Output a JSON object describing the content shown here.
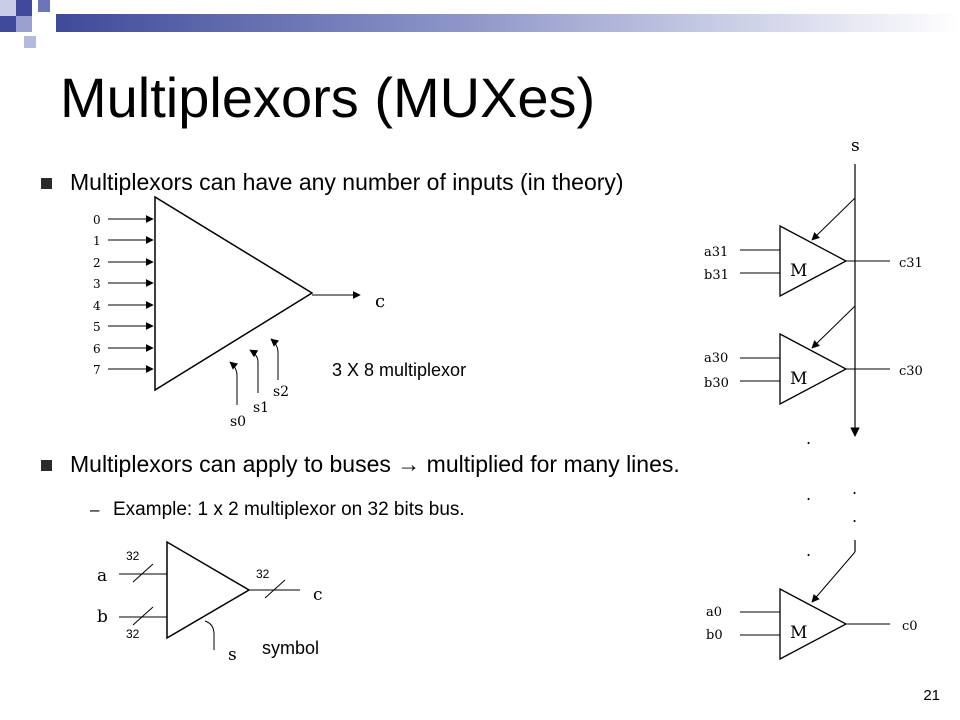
{
  "slide": {
    "title": "Multiplexors (MUXes)",
    "bullet_color": "#2B2B2B",
    "header_accent": "#3F4A9A",
    "bullets": [
      "Multiplexors can have any number of inputs (in theory)",
      "Multiplexors can apply to buses → multiplied for many lines."
    ],
    "subbullet": {
      "dash": "–",
      "text": "Example: 1 x 2 multiplexor on 32 bits bus."
    },
    "page_number": "21"
  },
  "mux8": {
    "inputs": [
      "0",
      "1",
      "2",
      "3",
      "4",
      "5",
      "6",
      "7"
    ],
    "selects": [
      "s0",
      "s1",
      "s2"
    ],
    "output": "c",
    "caption": "3 X 8 multiplexor"
  },
  "busmux": {
    "inputs": [
      "a",
      "b"
    ],
    "widths": [
      "32",
      "32",
      "32"
    ],
    "output": "c",
    "select": "s",
    "caption": "symbol"
  },
  "bitslice": {
    "select_label": "s",
    "block_label": "M",
    "slices": [
      {
        "a": "a31",
        "b": "b31",
        "c": "c31"
      },
      {
        "a": "a30",
        "b": "b30",
        "c": "c30"
      },
      {
        "a": "a0",
        "b": "b0",
        "c": "c0"
      }
    ],
    "ellipsis": "."
  }
}
